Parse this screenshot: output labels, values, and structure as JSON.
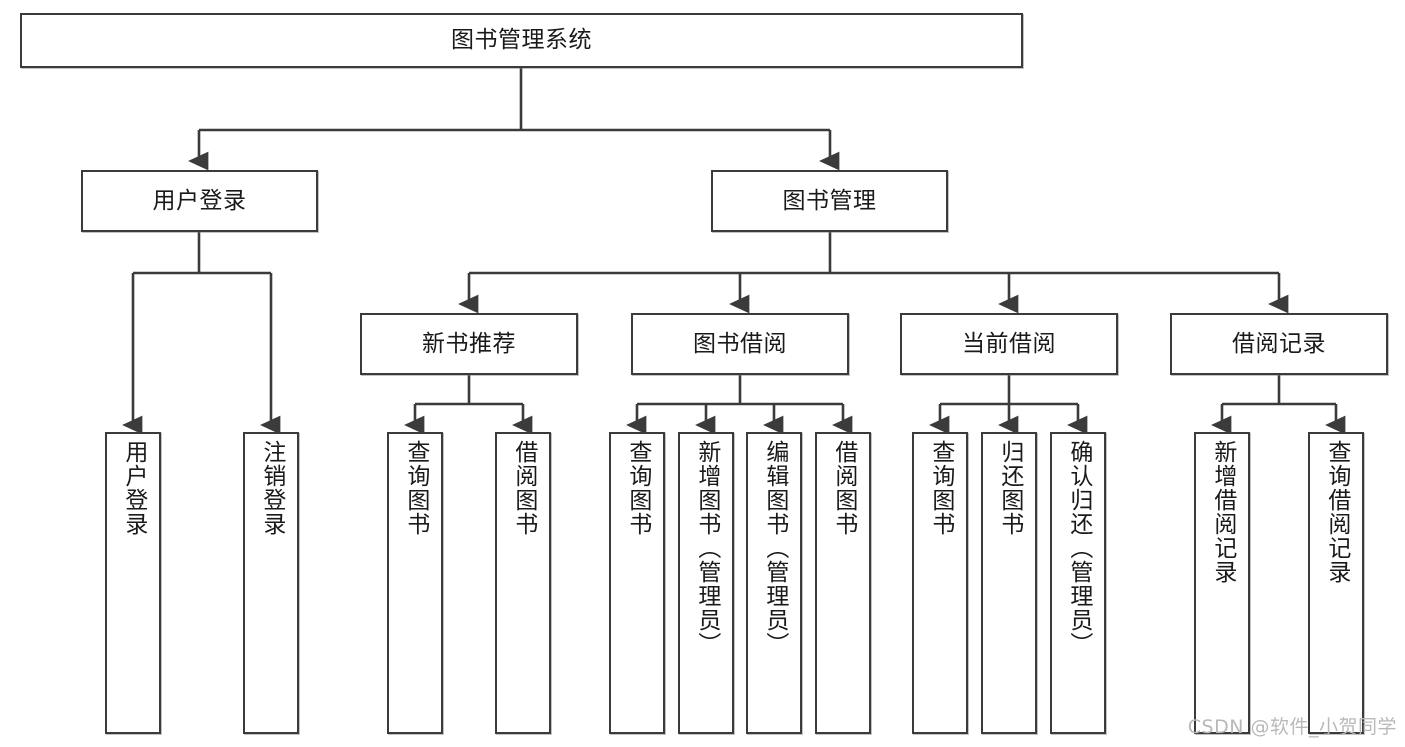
{
  "diagram": {
    "title": "图书管理系统",
    "type": "tree-hierarchy",
    "background_color": "#ffffff",
    "line_color": "#3b3b3b",
    "box_border_color": "#3b3b3b",
    "box_fill_color": "#ffffff"
  },
  "root": {
    "label": "图书管理系统"
  },
  "level2": [
    {
      "label": "用户登录"
    },
    {
      "label": "图书管理"
    }
  ],
  "level3": [
    {
      "label": "新书推荐"
    },
    {
      "label": "图书借阅"
    },
    {
      "label": "当前借阅"
    },
    {
      "label": "借阅记录"
    }
  ],
  "leaves": {
    "user_login": [
      {
        "label": "用户登录"
      },
      {
        "label": "注销登录"
      }
    ],
    "new_book_recommend": [
      {
        "label": "查询图书"
      },
      {
        "label": "借阅图书"
      }
    ],
    "book_borrow": [
      {
        "label": "查询图书"
      },
      {
        "label": "新增图书（管理员）"
      },
      {
        "label": "编辑图书（管理员）"
      },
      {
        "label": "借阅图书"
      }
    ],
    "current_borrow": [
      {
        "label": "查询图书"
      },
      {
        "label": "归还图书"
      },
      {
        "label": "确认归还（管理员）"
      }
    ],
    "borrow_record": [
      {
        "label": "新增借阅记录"
      },
      {
        "label": "查询借阅记录"
      }
    ]
  },
  "watermark": {
    "text": "CSDN @软件_小贺同学"
  }
}
